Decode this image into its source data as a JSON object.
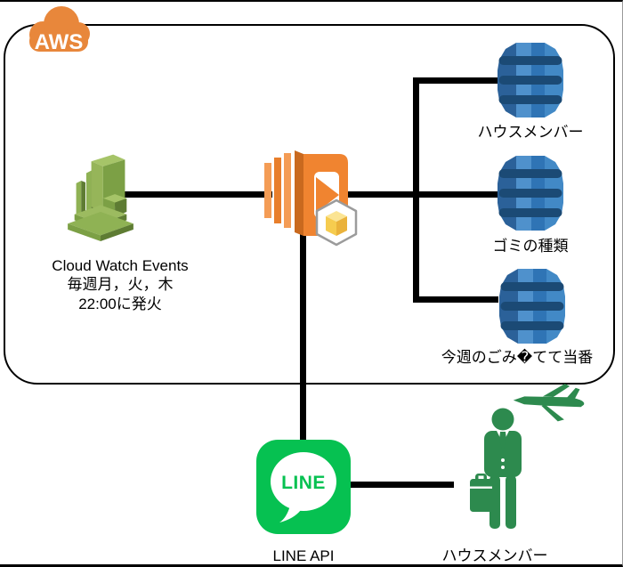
{
  "frame": {
    "aws_label": "AWS"
  },
  "nodes": {
    "cloudwatch": {
      "title": "Cloud Watch Events",
      "schedule": "毎週月，火，木",
      "trigger": "22:00に発火"
    },
    "dynamodb": [
      {
        "label": "ハウスメンバー"
      },
      {
        "label": "ゴミの種類"
      },
      {
        "label": "今週のごみ�てて当番"
      }
    ],
    "line": {
      "logo": "LINE",
      "label": "LINE API"
    },
    "person": {
      "label": "ハウスメンバー"
    }
  },
  "colors": {
    "aws_orange": "#E8873B",
    "lambda_orange": "#F08430",
    "cloudwatch_green": "#7CA045",
    "dynamodb_blue": "#2F74B5",
    "line_green": "#06C151",
    "person_green": "#2D8A4E",
    "connector_black": "#000000"
  }
}
